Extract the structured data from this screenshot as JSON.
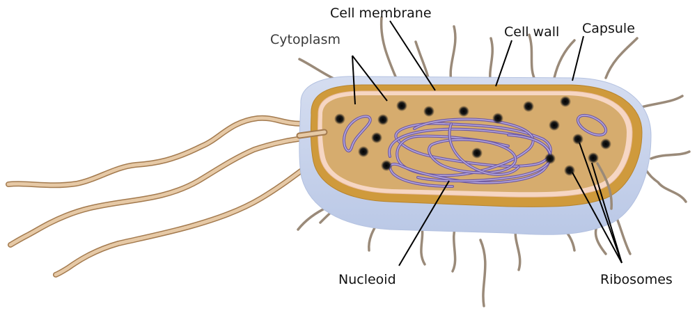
{
  "labels": {
    "cell_membrane": "Cell membrane",
    "cytoplasm": "Cytoplasm",
    "cell_wall": "Cell wall",
    "capsule": "Capsule",
    "nucleoid": "Nucleoid",
    "ribosomes": "Ribosomes"
  },
  "colors": {
    "capsule": "#c8d3ea",
    "cell_wall": "#cf9a3c",
    "membrane": "#f6d6c3",
    "cytoplasm": "#d6ac6e",
    "ribosome": "#1a1a1a",
    "dna": "#6f5aa3",
    "flagellum": "#e6c9a6",
    "pili": "#9a8a79"
  }
}
